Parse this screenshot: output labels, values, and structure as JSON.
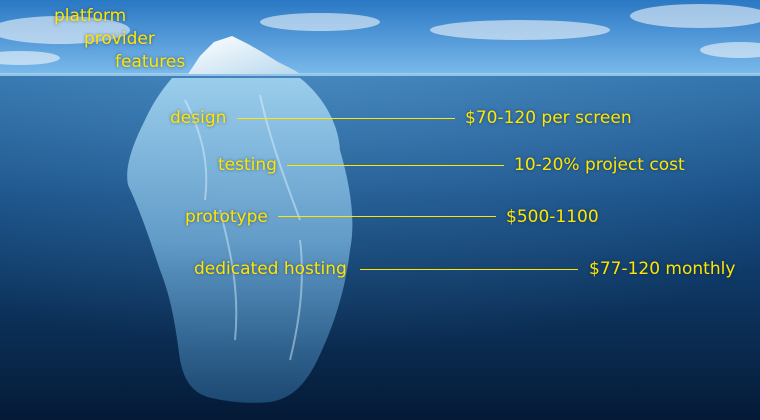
{
  "above_water": [
    {
      "label": "platform"
    },
    {
      "label": "provider"
    },
    {
      "label": "features"
    }
  ],
  "below_water": [
    {
      "label": "design",
      "value": "$70-120 per screen"
    },
    {
      "label": "testing",
      "value": "10-20% project cost"
    },
    {
      "label": "prototype",
      "value": "$500-1100"
    },
    {
      "label": "dedicated hosting",
      "value": "$77-120 monthly"
    }
  ],
  "colors": {
    "label_text": "#FFE600",
    "sky_top": "#2A78C4",
    "sky_bottom": "#7AB9EB",
    "sea_top": "#2F6FA8",
    "sea_deep": "#041A36",
    "ice": "#BFE3F5"
  }
}
